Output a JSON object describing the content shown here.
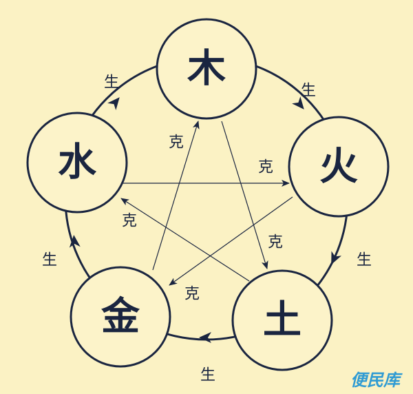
{
  "elements": {
    "wood": "木",
    "fire": "火",
    "earth": "土",
    "metal": "金",
    "water": "水"
  },
  "sheng_labels": {
    "wood_fire": "生",
    "fire_earth": "生",
    "earth_metal": "生",
    "metal_water": "生",
    "water_wood": "生"
  },
  "ke_labels": {
    "metal_wood": "克",
    "water_fire": "克",
    "fire_metal": "克",
    "wood_earth": "克",
    "earth_water": "克"
  },
  "watermark": "便民库",
  "colors": {
    "background": "#fbf2c4",
    "ink": "#1a2540",
    "watermark": "#2f9bd3"
  }
}
